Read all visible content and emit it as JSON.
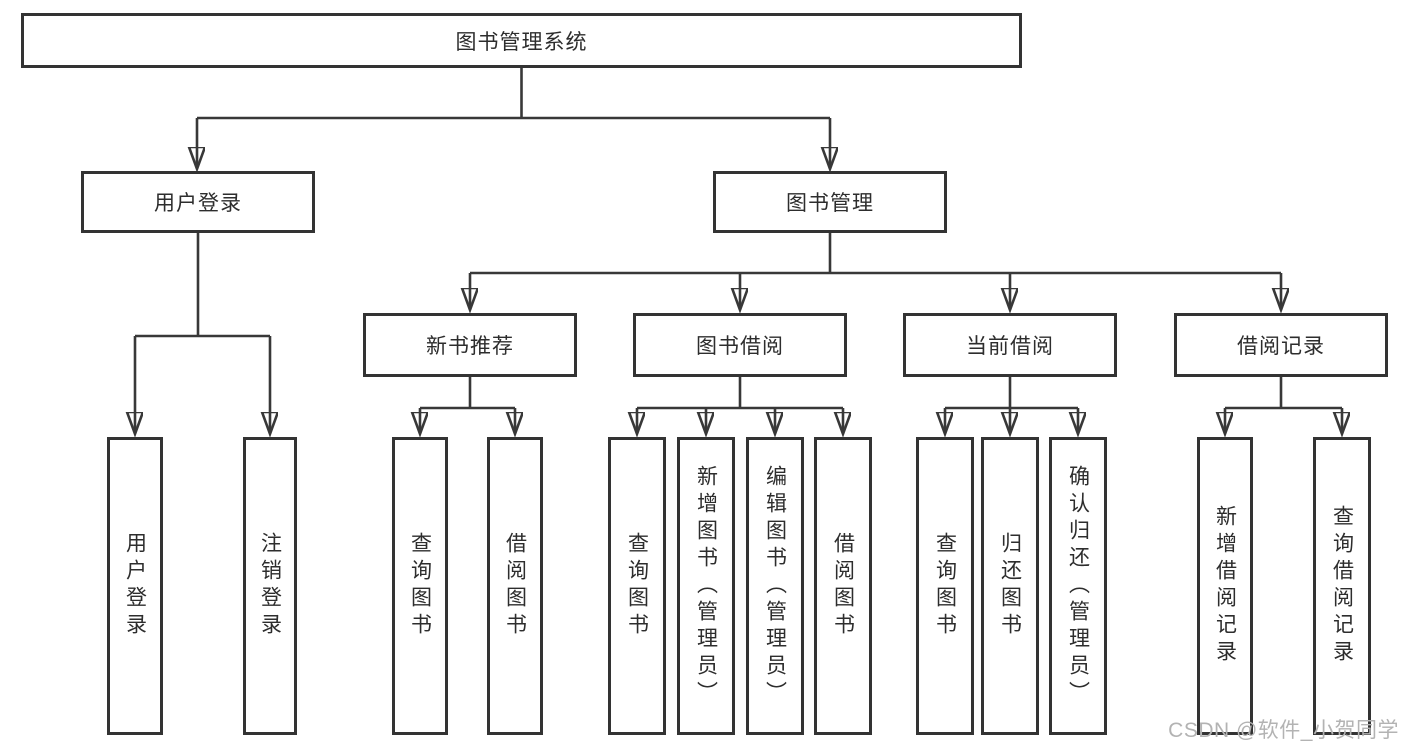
{
  "tree": {
    "root": {
      "label": "图书管理系统"
    },
    "branches": [
      {
        "label": "用户登录",
        "children": [
          {
            "label": "用户登录"
          },
          {
            "label": "注销登录"
          }
        ]
      },
      {
        "label": "图书管理",
        "children": [
          {
            "label": "新书推荐",
            "children": [
              {
                "label": "查询图书"
              },
              {
                "label": "借阅图书"
              }
            ]
          },
          {
            "label": "图书借阅",
            "children": [
              {
                "label": "查询图书"
              },
              {
                "label": "新增图书（管理员）"
              },
              {
                "label": "编辑图书（管理员）"
              },
              {
                "label": "借阅图书"
              }
            ]
          },
          {
            "label": "当前借阅",
            "children": [
              {
                "label": "查询图书"
              },
              {
                "label": "归还图书"
              },
              {
                "label": "确认归还（管理员）"
              }
            ]
          },
          {
            "label": "借阅记录",
            "children": [
              {
                "label": "新增借阅记录"
              },
              {
                "label": "查询借阅记录"
              }
            ]
          }
        ]
      }
    ]
  },
  "watermark": {
    "text": "CSDN @软件_小贺同学"
  },
  "colors": {
    "line": "#383838",
    "box_border": "#333333",
    "box_fill": "#ffffff",
    "text": "#2d2d2d",
    "watermark": "#b3b3b3",
    "background": "#ffffff"
  }
}
